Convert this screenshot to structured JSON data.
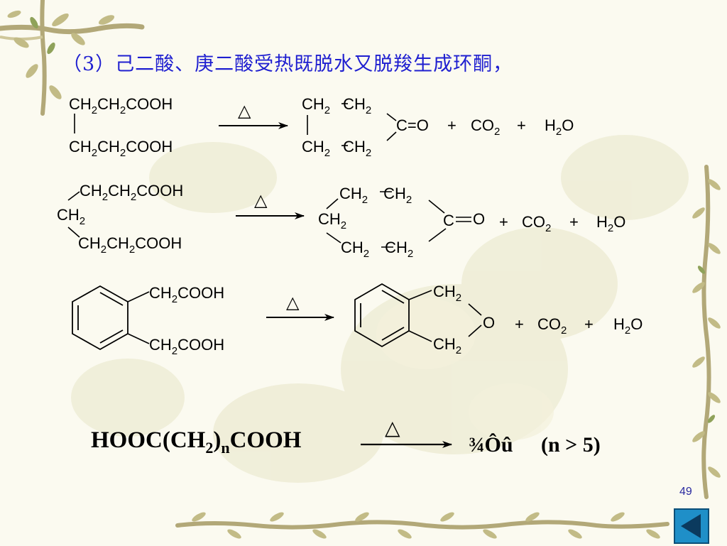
{
  "slide": {
    "title": "（3）己二酸、庚二酸受热既脱水又脱羧生成环酮，",
    "page_number": "49"
  },
  "reactions": {
    "r1": {
      "r_top": [
        "CH",
        "2",
        "CH",
        "2",
        "COOH"
      ],
      "r_bot": [
        "CH",
        "2",
        "CH",
        "2",
        "COOH"
      ],
      "heat": "△",
      "p_top": [
        "CH",
        "2",
        "CH",
        "2"
      ],
      "p_bot": [
        "CH",
        "2",
        "CH",
        "2"
      ],
      "carbonyl": "C=O",
      "plus": "+",
      "co2": [
        "CO",
        "2"
      ],
      "h2o": [
        "H",
        "2",
        "O"
      ]
    },
    "r2": {
      "r_top": [
        "CH",
        "2",
        "CH",
        "2",
        "COOH"
      ],
      "r_mid": [
        "CH",
        "2"
      ],
      "r_bot": [
        "CH",
        "2",
        "CH",
        "2",
        "COOH"
      ],
      "heat": "△",
      "p_top": [
        "CH",
        "2",
        "CH",
        "2"
      ],
      "p_mid": [
        "CH",
        "2"
      ],
      "p_bot": [
        "CH",
        "2",
        "CH",
        "2"
      ],
      "carbonyl_c": "C",
      "carbonyl_o": "O",
      "plus": "+",
      "co2": [
        "CO",
        "2"
      ],
      "h2o": [
        "H",
        "2",
        "O"
      ]
    },
    "r3": {
      "r_top": [
        "CH",
        "2",
        "COOH"
      ],
      "r_bot": [
        "CH",
        "2",
        "COOH"
      ],
      "heat": "△",
      "p_top": [
        "CH",
        "2"
      ],
      "p_o": "O",
      "p_bot": [
        "CH",
        "2"
      ],
      "plus": "+",
      "co2": [
        "CO",
        "2"
      ],
      "h2o": [
        "H",
        "2",
        "O"
      ]
    },
    "r4": {
      "reactant": [
        "HOOC(CH",
        "2",
        ")",
        "n",
        "COOH"
      ],
      "heat": "△",
      "product": "¾Ôû",
      "condition": "(n > 5)"
    }
  }
}
